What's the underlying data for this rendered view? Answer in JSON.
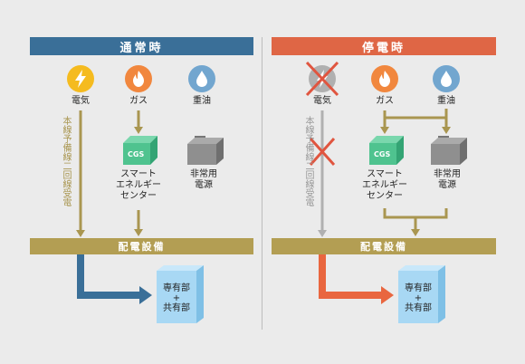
{
  "colors": {
    "normal_header": "#3a6f98",
    "outage_header": "#df6645",
    "band": "#b39e53",
    "gold_line": "#a99650",
    "electric_icon": "#f5bb1f",
    "gas_icon": "#f1873e",
    "oil_icon": "#72a6cf",
    "disabled_icon": "#b0b0b0",
    "cross": "#e0553f",
    "cgs_green": "#4fc38f",
    "generator_gray": "#8f8f8f",
    "building": "#a8d8f4",
    "normal_arrow": "#3a6f98",
    "outage_arrow": "#e9663f"
  },
  "normal": {
    "title": "通常時",
    "sources": [
      {
        "label": "電気",
        "icon": "lightning-icon"
      },
      {
        "label": "ガス",
        "icon": "flame-icon"
      },
      {
        "label": "重油",
        "icon": "oil-drop-icon"
      }
    ],
    "backup_line_label": "本線予備線二回線受電",
    "cgs_tag": "CGS",
    "cgs_label": "スマート\nエネルギー\nセンター",
    "generator_label": "非常用\n電源",
    "distribution_label": "配電設備",
    "destination_label": "専有部\n+\n共有部"
  },
  "outage": {
    "title": "停電時",
    "sources": [
      {
        "label": "電気",
        "icon": "lightning-icon"
      },
      {
        "label": "ガス",
        "icon": "flame-icon"
      },
      {
        "label": "重油",
        "icon": "oil-drop-icon"
      }
    ],
    "backup_line_label": "本線予備線二回線受電",
    "cgs_tag": "CGS",
    "cgs_label": "スマート\nエネルギー\nセンター",
    "generator_label": "非常用\n電源",
    "distribution_label": "配電設備",
    "destination_label": "専有部\n+\n共有部"
  }
}
